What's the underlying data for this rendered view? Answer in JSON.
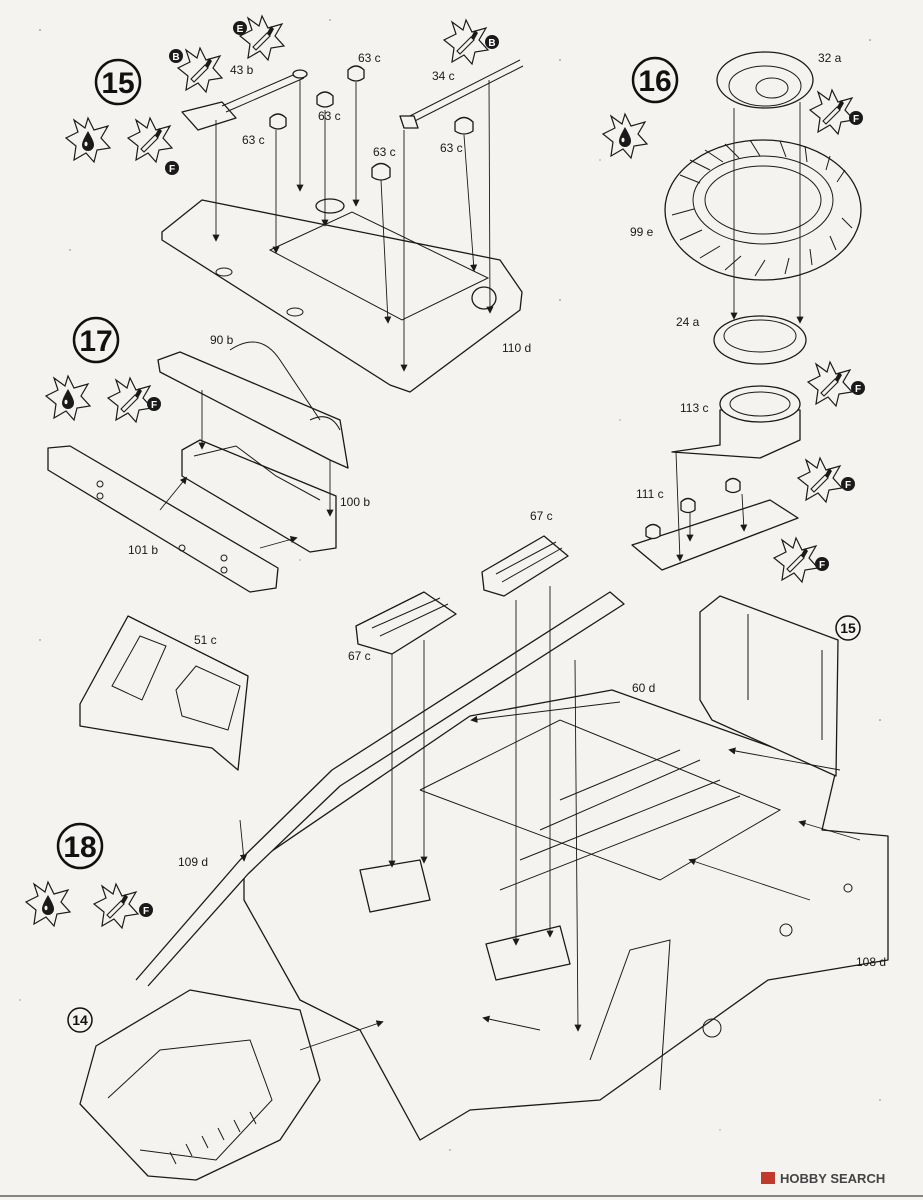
{
  "steps": [
    {
      "id": "step-15",
      "number": "15"
    },
    {
      "id": "step-16",
      "number": "16"
    },
    {
      "id": "step-17",
      "number": "17"
    },
    {
      "id": "step-18",
      "number": "18"
    }
  ],
  "reference_markers": {
    "ref_15": "15",
    "ref_14": "14"
  },
  "badges": {
    "B": "B",
    "E": "E",
    "F": "F"
  },
  "icons": [
    "glue-drop-icon",
    "paint-brush-icon"
  ],
  "labels": {
    "p43b": "43 b",
    "p63c": "63 c",
    "p34c": "34 c",
    "p110d": "110 d",
    "p32a": "32 a",
    "p99e": "99 e",
    "p24a": "24 a",
    "p113c": "113 c",
    "p111c": "111 c",
    "p90b": "90 b",
    "p100b": "100 b",
    "p101b": "101 b",
    "p67c": "67 c",
    "p51c": "51 c",
    "p60d": "60 d",
    "p109d": "109 d",
    "p108d": "108 d"
  },
  "watermark": {
    "text": "HOBBY SEARCH"
  }
}
